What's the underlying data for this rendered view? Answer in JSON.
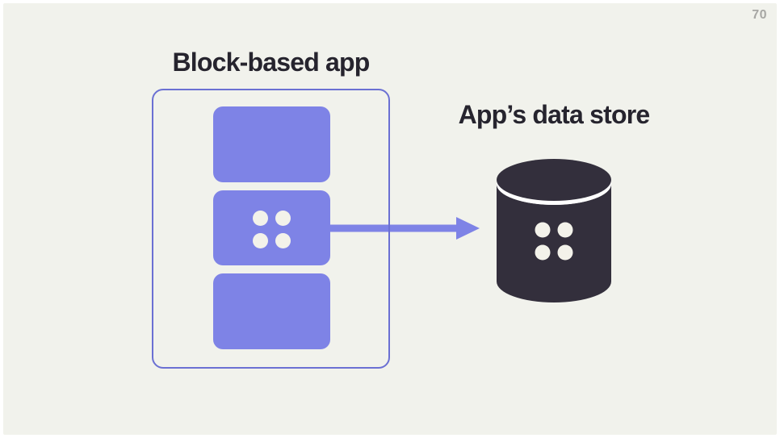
{
  "slide": {
    "page_number": "70"
  },
  "app": {
    "title": "Block-based app",
    "blocks": [
      {
        "id": "top",
        "has_dots": false
      },
      {
        "id": "middle",
        "has_dots": true
      },
      {
        "id": "bottom",
        "has_dots": false
      }
    ]
  },
  "datastore": {
    "title": "App’s data store",
    "icon": "database-cylinder-icon"
  },
  "arrow": {
    "direction": "right",
    "from": "app-block-middle",
    "to": "datastore"
  },
  "colors": {
    "background": "#f1f2ec",
    "frame": "#ffffff",
    "block_purple": "#7e83e6",
    "outline_purple": "#6b70d3",
    "arrow_purple": "#7e83e6",
    "cylinder_dark": "#332f3c",
    "dot_cream": "#f3f2ea",
    "cylinder_gap_white": "#ffffff",
    "title_text": "#26242e",
    "page_number_gray": "#a7a7a4"
  }
}
